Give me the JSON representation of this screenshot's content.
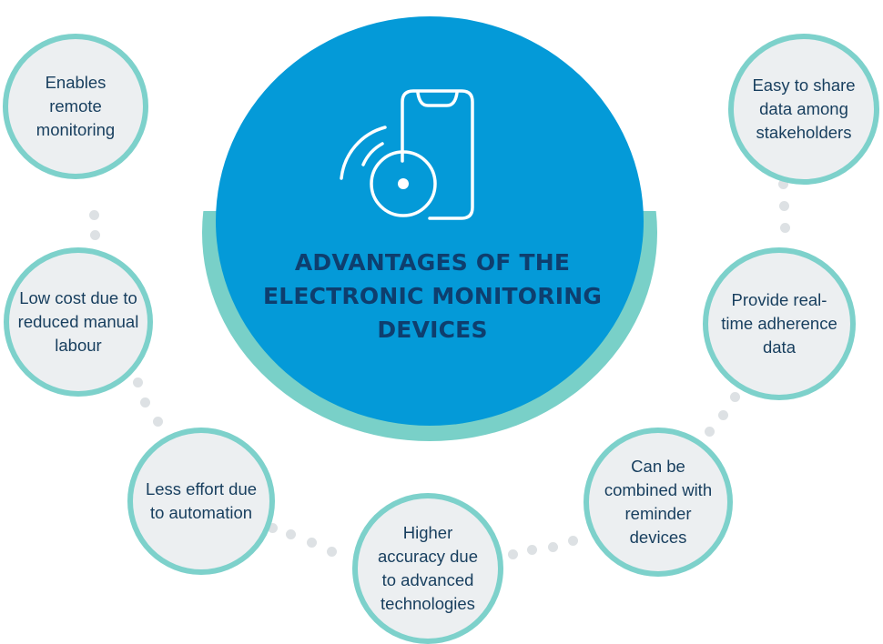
{
  "diagram": {
    "title": "ADVANTAGES OF THE ELECTRONIC MONITORING DEVICES",
    "hub_icon": "wireless-monitoring-device-icon",
    "advantages": [
      "Enables remote monitoring",
      "Low cost due to reduced manual labour",
      "Less effort due to automation",
      "Higher accuracy due to advanced technologies",
      "Can be combined with reminder devices",
      "Provide real-time adherence data",
      "Easy to share data among stakeholders"
    ]
  },
  "colors": {
    "hub_blue": "#049ad8",
    "ring_teal": "#79d0c8",
    "node_fill": "#eceff1",
    "title_navy": "#0e3e6e",
    "text_dark": "#173e5e",
    "dot_grey": "#dde1e4"
  }
}
